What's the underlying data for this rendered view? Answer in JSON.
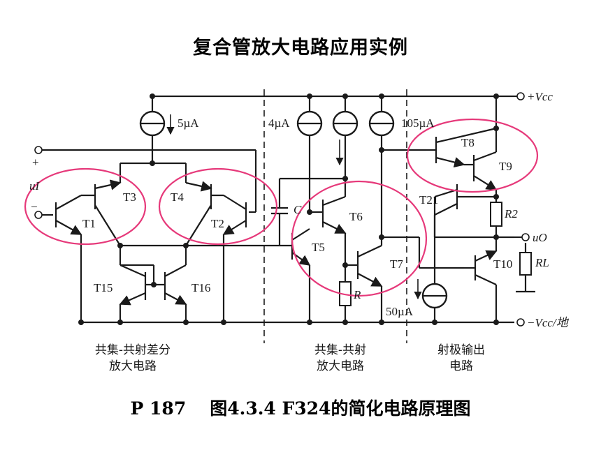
{
  "slide": {
    "title": "复合管放大电路应用实例",
    "caption_page": "P 187",
    "caption_text": "图4.3.4  F324的简化电路原理图"
  },
  "circuit": {
    "transistors": [
      "T1",
      "T2",
      "T3",
      "T4",
      "T5",
      "T6",
      "T7",
      "T8",
      "T9",
      "T10",
      "T15",
      "T16",
      "T21"
    ],
    "currents": {
      "cs1": "5µA",
      "cs2": "4µA",
      "cs3": "105µA",
      "cs4": "50µA"
    },
    "terminals": {
      "vcc_plus": "+Vcc",
      "vcc_minus": "−Vcc/地",
      "input": "uI",
      "output": "uO",
      "plus": "+",
      "minus": "−"
    },
    "components": {
      "capacitor": "C",
      "r": "R",
      "r2": "R2",
      "rl": "RL"
    },
    "sections": [
      {
        "line1": "共集-共射差分",
        "line2": "放大电路"
      },
      {
        "line1": "共集-共射",
        "line2": "放大电路"
      },
      {
        "line1": "射极输出",
        "line2": "电路"
      }
    ]
  },
  "colors": {
    "highlight_ellipse": "#e6397a",
    "ink": "#1a1a1a"
  }
}
